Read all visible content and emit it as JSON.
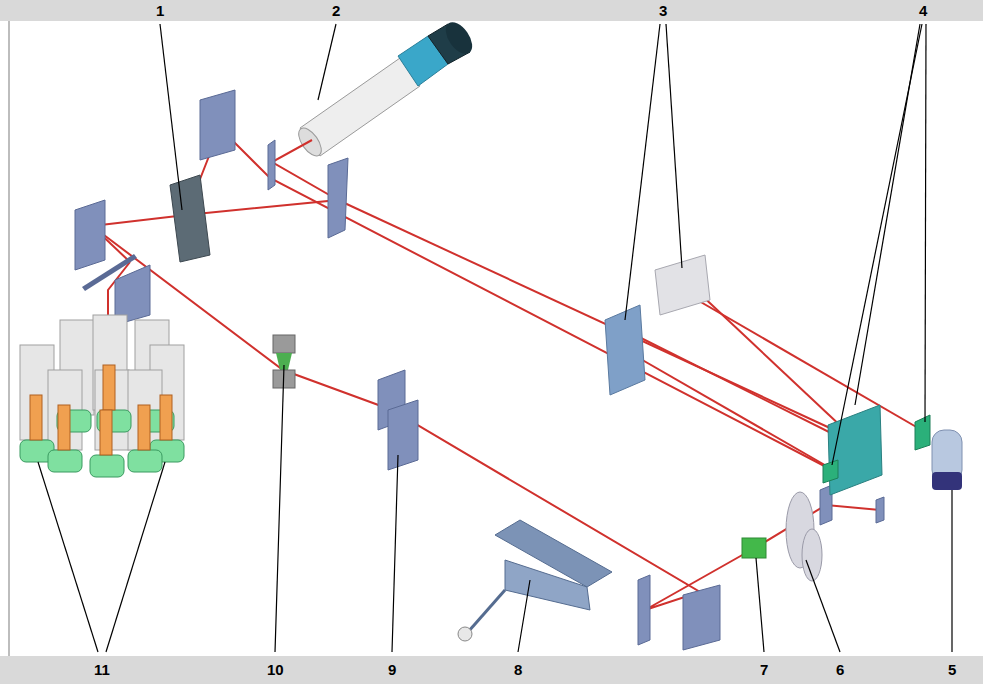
{
  "diagram": {
    "labels": [
      "1",
      "2",
      "3",
      "4",
      "11",
      "10",
      "9",
      "8",
      "7",
      "6",
      "5"
    ]
  }
}
